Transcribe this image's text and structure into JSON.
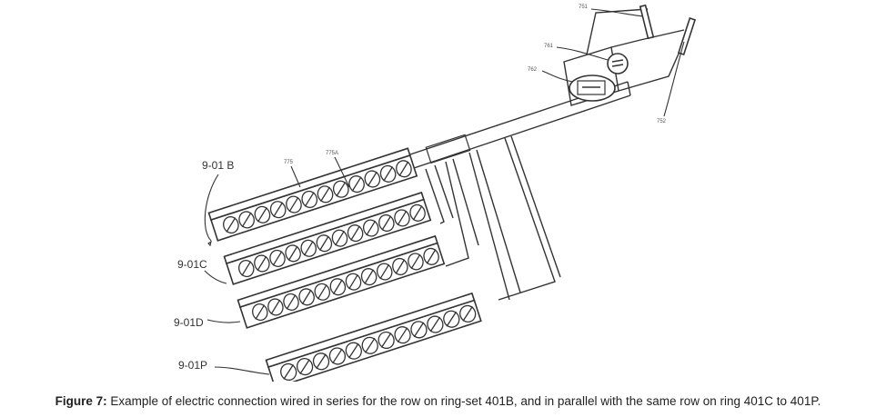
{
  "figure": {
    "labels": {
      "row_b": "9-01 B",
      "row_c": "9-01C",
      "row_d": "9-01D",
      "row_p": "9-01P",
      "ref_775": "775",
      "ref_775a": "775A",
      "ref_751": "751",
      "ref_752": "752",
      "ref_761": "761",
      "ref_762": "762"
    }
  },
  "caption": {
    "bold": "Figure 7:",
    "text": " Example of electric connection wired in series for the row on ring-set 401B, and in parallel with the same row on ring 401C to 401P."
  }
}
